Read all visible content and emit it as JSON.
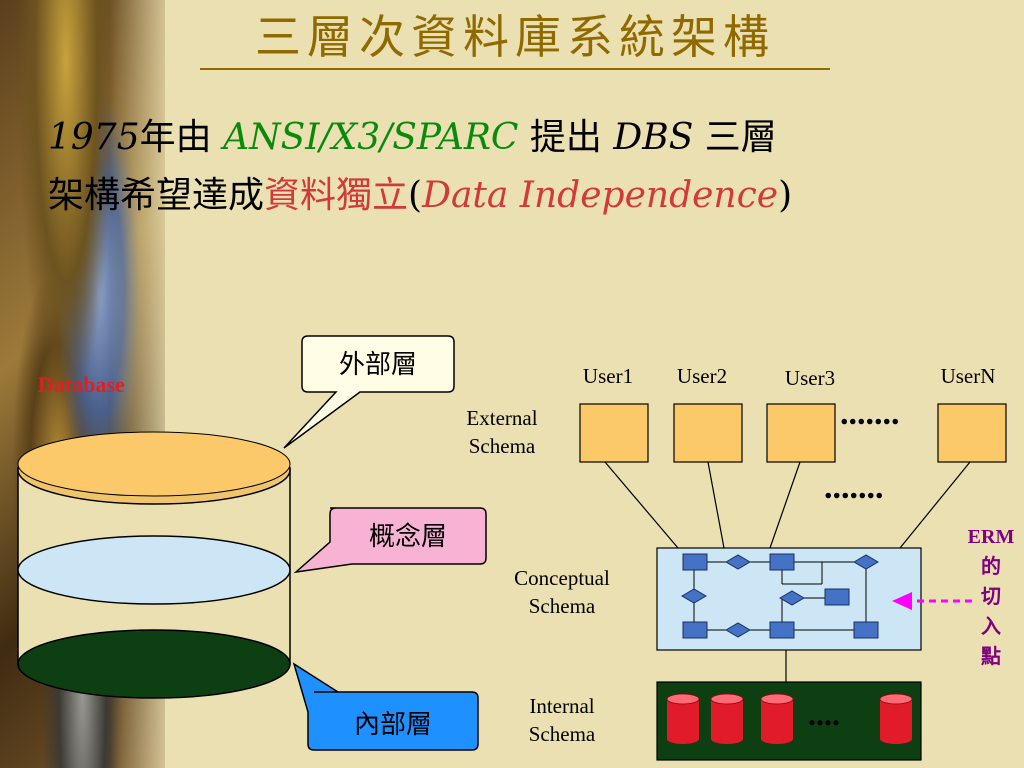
{
  "title": "三層次資料庫系統架構",
  "intro": {
    "year": "1975",
    "by": "年由 ",
    "org": "ANSI/X3/SPARC",
    "proposed": " 提出 ",
    "dbs": "DBS",
    "three_layer": " 三層",
    "line2_prefix": "架構希望達成",
    "data_independence_zh": "資料獨立",
    "paren_open": "(",
    "data_independence_en": "Data Independence",
    "paren_close": ")"
  },
  "database_label": "Database",
  "callouts": {
    "external": "外部層",
    "conceptual": "概念層",
    "internal": "內部層"
  },
  "schemas": {
    "external": [
      "External",
      "Schema"
    ],
    "conceptual": [
      "Conceptual",
      "Schema"
    ],
    "internal": [
      "Internal",
      "Schema"
    ]
  },
  "users": [
    "User1",
    "User2",
    "User3",
    "UserN"
  ],
  "ellipsis": {
    "users": ".......",
    "mid": ".......",
    "internal": "...."
  },
  "erm": {
    "title": "ERM",
    "chars": [
      "的",
      "切",
      "入",
      "點"
    ]
  },
  "colors": {
    "background": "#ebe0b2",
    "title": "#8f6a00",
    "user_box": "#fbc96a",
    "conceptual_box": "#cce6f6",
    "internal_box": "#0d3f12",
    "disk": "#e21b2a",
    "erm": "#800080",
    "arrow": "#ff00ff",
    "callout_external": "#fffde6",
    "callout_conceptual": "#f7b2d4",
    "callout_internal": "#1e90ff"
  }
}
